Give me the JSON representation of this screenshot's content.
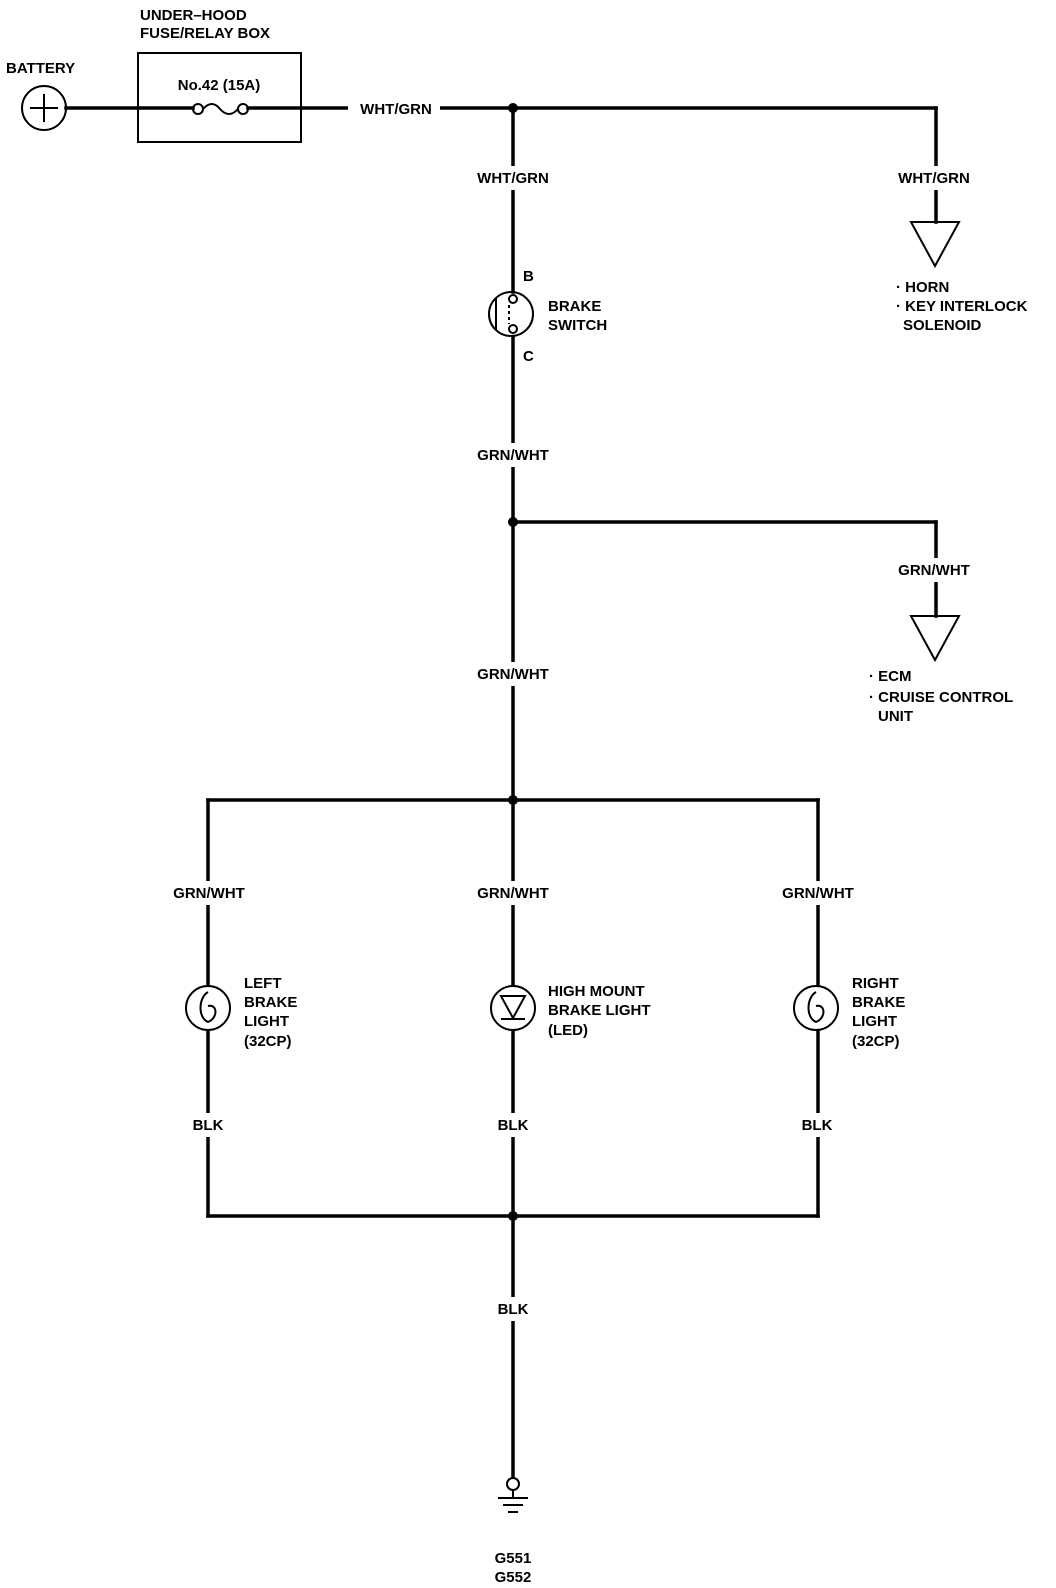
{
  "battery": {
    "label": "BATTERY"
  },
  "fuse_box": {
    "title_line1": "UNDER–HOOD",
    "title_line2": "FUSE/RELAY BOX",
    "fuse_label": "No.42 (15A)"
  },
  "wires": {
    "top_main": "WHT/GRN",
    "switch_feed": "WHT/GRN",
    "horn_feed": "WHT/GRN",
    "switch_out": "GRN/WHT",
    "ecm_feed": "GRN/WHT",
    "trunk": "GRN/WHT",
    "left_feed": "GRN/WHT",
    "center_feed": "GRN/WHT",
    "right_feed": "GRN/WHT",
    "left_ground": "BLK",
    "center_ground": "BLK",
    "right_ground": "BLK",
    "main_ground": "BLK"
  },
  "horn_dest": {
    "line1": "· HORN",
    "line2": "· KEY INTERLOCK",
    "line3": "SOLENOID"
  },
  "brake_switch": {
    "terminal_top": "B",
    "terminal_bottom": "C",
    "line1": "BRAKE",
    "line2": "SWITCH"
  },
  "ecm_dest": {
    "line1": "· ECM",
    "line2": "· CRUISE CONTROL",
    "line3": "UNIT"
  },
  "left_light": {
    "line1": "LEFT",
    "line2": "BRAKE",
    "line3": "LIGHT",
    "line4": "(32CP)"
  },
  "center_light": {
    "line1": "HIGH MOUNT",
    "line2": "BRAKE LIGHT",
    "line3": "(LED)"
  },
  "right_light": {
    "line1": "RIGHT",
    "line2": "BRAKE",
    "line3": "LIGHT",
    "line4": "(32CP)"
  },
  "ground": {
    "line1": "G551",
    "line2": "G552"
  }
}
